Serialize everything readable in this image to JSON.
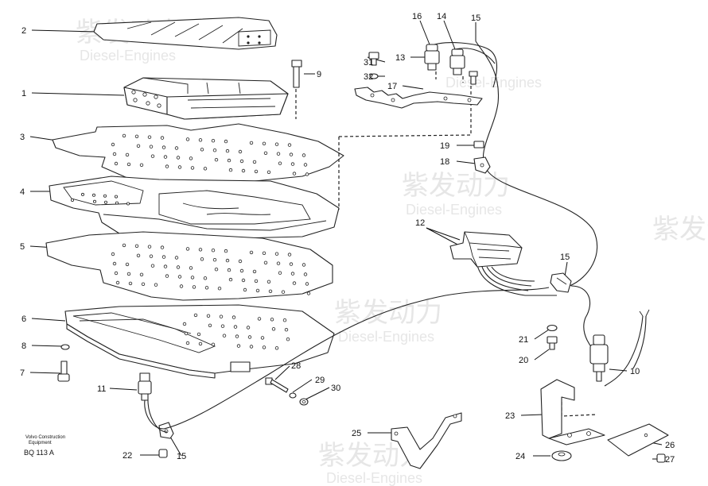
{
  "labels": [
    "1",
    "2",
    "3",
    "4",
    "5",
    "6",
    "7",
    "8",
    "9",
    "10",
    "11",
    "12",
    "13",
    "14",
    "15",
    "16",
    "17",
    "18",
    "19",
    "20",
    "21",
    "22",
    "23",
    "24",
    "25",
    "26",
    "27",
    "28",
    "29",
    "30",
    "31",
    "32"
  ],
  "footer": {
    "company_line1": "Volvo Construction",
    "company_line2": "Equipment",
    "code": "BQ 113 A"
  },
  "watermark": {
    "brand_cn": "紫发动力",
    "brand_en": "Diesel-Engines"
  }
}
